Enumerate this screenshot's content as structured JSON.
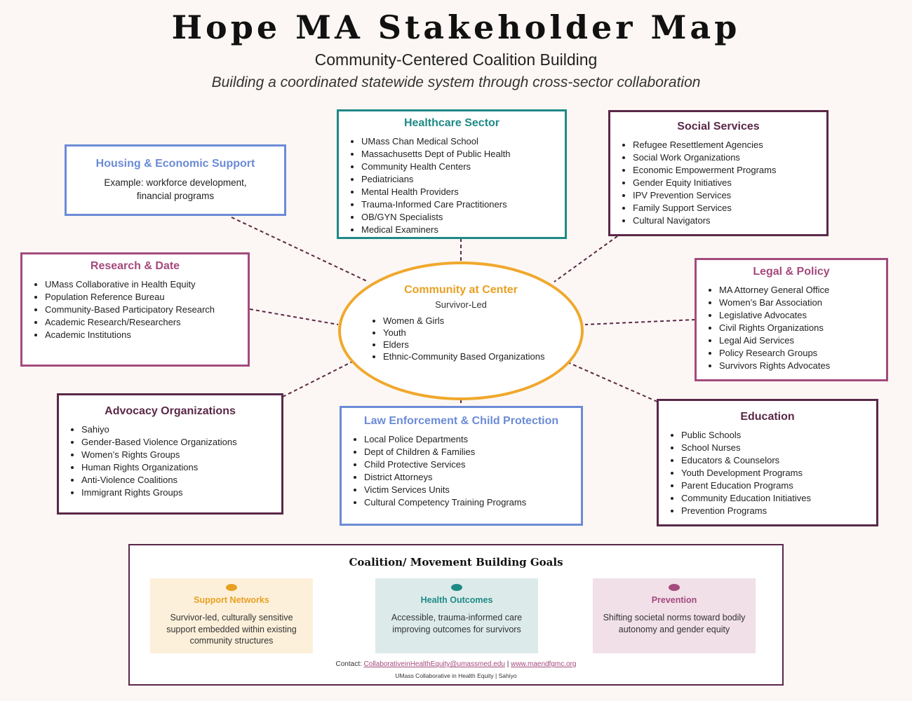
{
  "header": {
    "title": "Hope MA Stakeholder Map",
    "subtitle": "Community-Centered Coalition Building",
    "tagline": "Building a coordinated statewide system through cross-sector collaboration"
  },
  "center": {
    "title": "Community at Center",
    "subtitle": "Survivor-Led",
    "items": [
      "Women & Girls",
      "Youth",
      "Elders",
      "Ethnic-Community Based Organizations"
    ],
    "color": "#f0a82c"
  },
  "sectors": {
    "healthcare": {
      "title": "Healthcare Sector",
      "color": "#1e8a86",
      "items": [
        "UMass Chan Medical School",
        "Massachusetts Dept of Public Health",
        "Community Health Centers",
        "Pediatricians",
        "Mental Health Providers",
        "Trauma-Informed Care Practitioners",
        "OB/GYN Specialists",
        "Medical Examiners"
      ]
    },
    "housing": {
      "title": "Housing & Economic Support",
      "color": "#6b8bd6",
      "example": "Example: workforce development, financial programs"
    },
    "social": {
      "title": "Social Services",
      "color": "#5a2848",
      "items": [
        "Refugee Resettlement Agencies",
        "Social Work Organizations",
        "Economic Empowerment Programs",
        "Gender Equity Initiatives",
        "IPV Prevention Services",
        "Family Support Services",
        "Cultural Navigators"
      ]
    },
    "research": {
      "title": "Research & Date",
      "color": "#a44a7c",
      "items": [
        "UMass Collaborative in Health Equity",
        "Population Reference Bureau",
        "Community-Based Participatory Research",
        "Academic Research/Researchers",
        "Academic Institutions"
      ]
    },
    "legal": {
      "title": "Legal & Policy",
      "color": "#a44a7c",
      "items": [
        "MA Attorney General Office",
        "Women’s Bar Association",
        "Legislative Advocates",
        "Civil Rights Organizations",
        "Legal Aid Services",
        "Policy Research Groups",
        "Survivors Rights Advocates"
      ]
    },
    "advocacy": {
      "title": "Advocacy Organizations",
      "color": "#5a2848",
      "items": [
        "Sahiyo",
        "Gender-Based Violence Organizations",
        "Women’s Rights Groups",
        "Human Rights Organizations",
        "Anti-Violence Coalitions",
        "Immigrant Rights Groups"
      ]
    },
    "law": {
      "title": "Law Enforcement & Child Protection",
      "color": "#6b8bd6",
      "items": [
        "Local Police Departments",
        "Dept of Children & Families",
        "Child Protective Services",
        "District Attorneys",
        "Victim Services Units",
        "Cultural Competency Training Programs"
      ]
    },
    "education": {
      "title": "Education",
      "color": "#5a2848",
      "items": [
        "Public Schools",
        "School Nurses",
        "Educators & Counselors",
        "Youth Development Programs",
        "Parent Education Programs",
        "Community Education Initiatives",
        "Prevention Programs"
      ]
    }
  },
  "goals": {
    "title": "Coalition/ Movement Building Goals",
    "items": [
      {
        "title": "Support Networks",
        "desc": "Survivor-led, culturally sensitive support embedded within existing community structures",
        "color": "#e8a023",
        "bg": "#fdf0da"
      },
      {
        "title": "Health Outcomes",
        "desc": "Accessible, trauma-informed care improving outcomes for survivors",
        "color": "#1e8a86",
        "bg": "#dcebea"
      },
      {
        "title": "Prevention",
        "desc": "Shifting societal norms toward bodily autonomy and gender equity",
        "color": "#a44a7c",
        "bg": "#f1e0e8"
      }
    ],
    "contact_label": "Contact:",
    "email": "CollaborativeinHealthEquity@umassmed.edu",
    "separator": "|",
    "website": "www.maendfgmc.org",
    "org_line": "UMass Collaborative in Health Equity | Sahiyo"
  }
}
